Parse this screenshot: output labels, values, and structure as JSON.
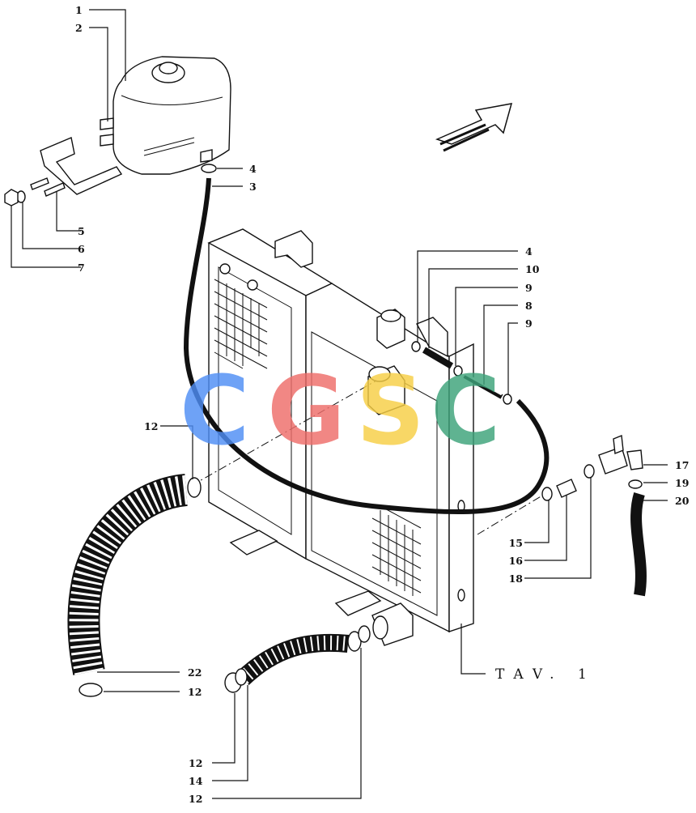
{
  "diagram": {
    "plate_label": "TAV. 1",
    "callouts": [
      "1",
      "2",
      "4",
      "3",
      "5",
      "6",
      "7",
      "4",
      "10",
      "9",
      "8",
      "9",
      "12",
      "17",
      "19",
      "20",
      "15",
      "16",
      "18",
      "22",
      "12",
      "12",
      "14",
      "12"
    ]
  },
  "watermark": {
    "letters": [
      "C",
      "G",
      "S",
      "C"
    ],
    "colors": [
      "#4f8ef5",
      "#ee6d6a",
      "#f7cf45",
      "#3da37a"
    ]
  },
  "arrow": {
    "icon": "direction-arrow-icon"
  }
}
